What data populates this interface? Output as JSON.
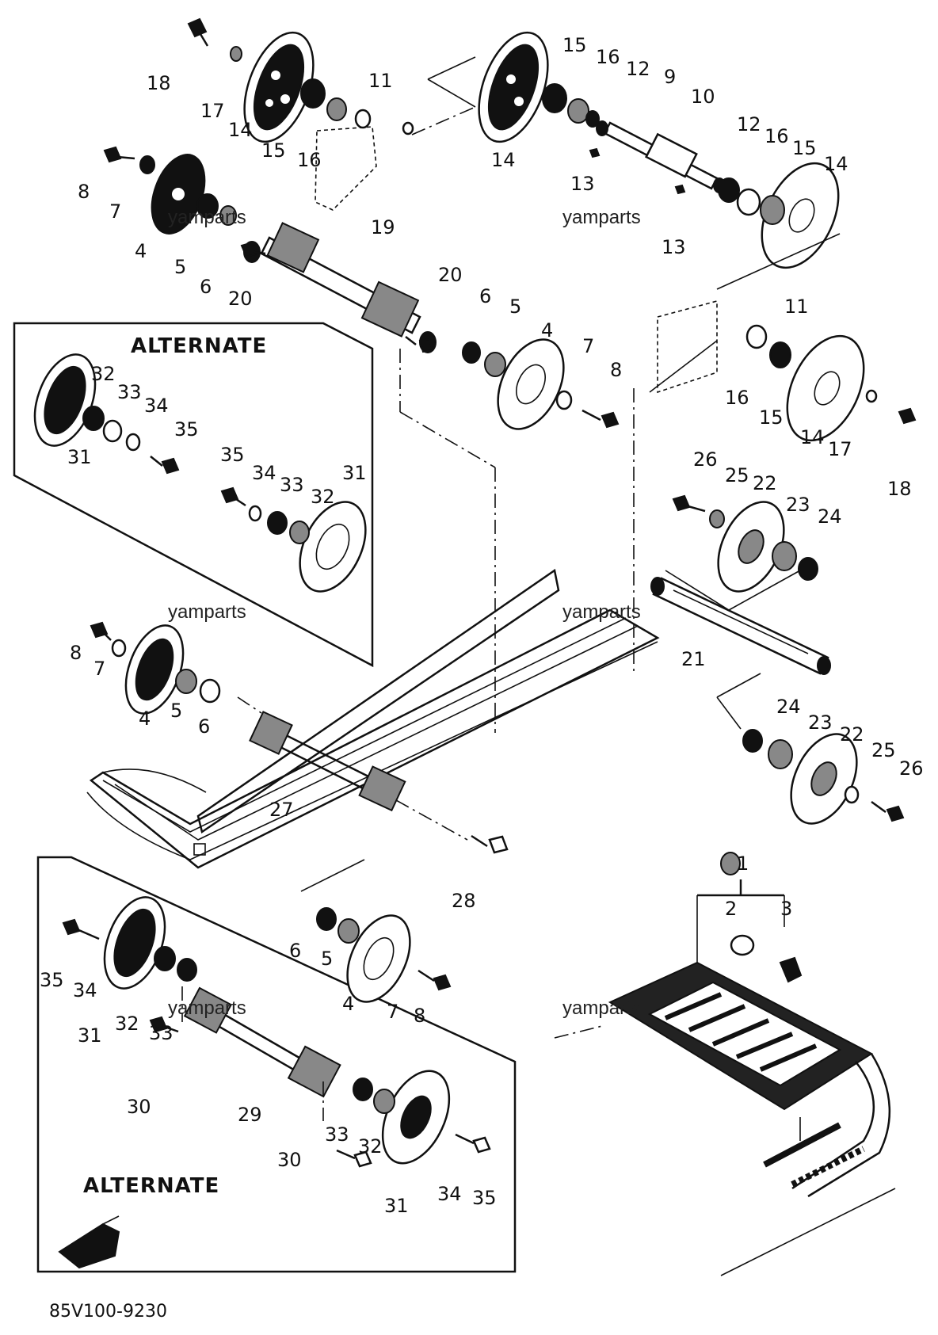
{
  "diagram": {
    "part_number": "85V100-9230",
    "watermark": "yamparts",
    "alternate_heading_top": "ALTERNATE",
    "alternate_heading_bottom": "ALTERNATE",
    "callouts": {
      "c1": "1",
      "c2": "2",
      "c3": "3",
      "c4": "4",
      "c5": "5",
      "c6": "6",
      "c7": "7",
      "c8": "8",
      "c9": "9",
      "c10": "10",
      "c11": "11",
      "c12": "12",
      "c13": "13",
      "c14": "14",
      "c15": "15",
      "c16": "16",
      "c17": "17",
      "c18": "18",
      "c19": "19",
      "c20": "20",
      "c21": "21",
      "c22": "22",
      "c23": "23",
      "c24": "24",
      "c25": "25",
      "c26": "26",
      "c27": "27",
      "c28": "28",
      "c29": "29",
      "c30": "30",
      "c31": "31",
      "c32": "32",
      "c33": "33",
      "c34": "34",
      "c35": "35"
    }
  }
}
